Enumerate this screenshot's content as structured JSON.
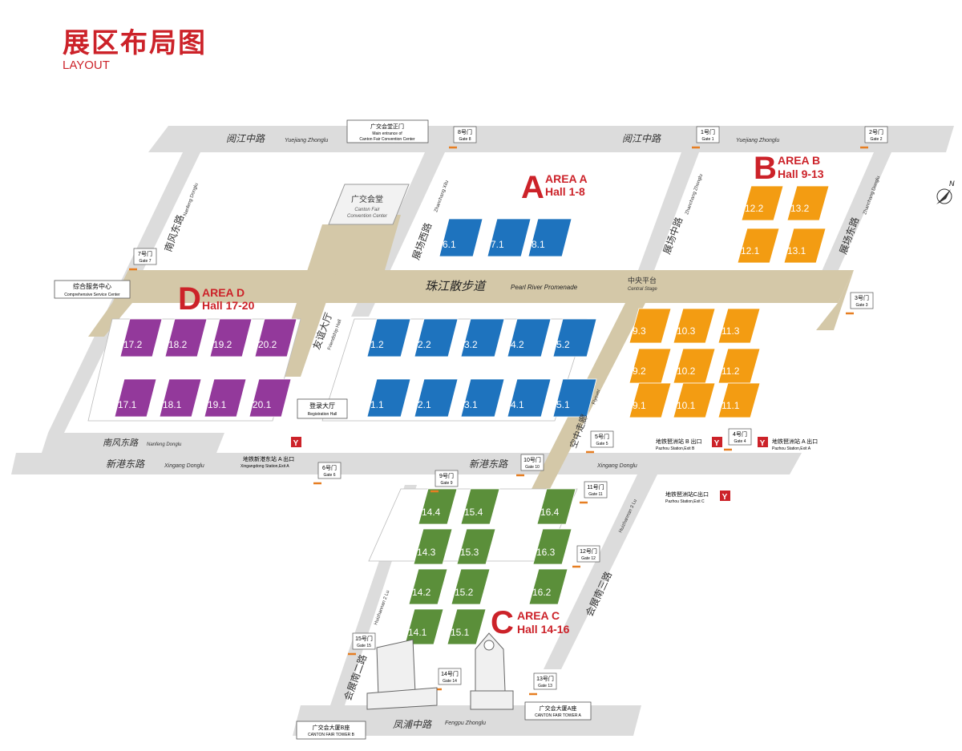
{
  "header": {
    "title": "展区布局图",
    "subtitle": "LAYOUT"
  },
  "colors": {
    "area_a": "#1e73be",
    "area_b": "#f39c12",
    "area_c": "#5b8f3a",
    "area_d": "#93399b",
    "road": "#dcdcdc",
    "promenade": "#d4c8a8",
    "accent": "#cc2229",
    "gate": "#e67e22"
  },
  "roads": {
    "yuejiang_1": {
      "cn": "阅江中路",
      "en": "Yuejiang Zhonglu"
    },
    "yuejiang_2": {
      "cn": "阅江中路",
      "en": "Yuejiang Zhonglu"
    },
    "nanfeng_v": {
      "cn": "南风东路",
      "en": "Nanfeng Donglu"
    },
    "nanfeng_h": {
      "cn": "南风东路",
      "en": "Nanfeng Donglu"
    },
    "zhanchang_xi": {
      "cn": "展场西路",
      "en": "Zhanchang Xilu"
    },
    "zhanchang_zhong": {
      "cn": "展场中路",
      "en": "Zhanchang Zhonglu"
    },
    "zhanchang_dong": {
      "cn": "展场东路",
      "en": "Zhanchang Donglu"
    },
    "xingang_1": {
      "cn": "新港东路",
      "en": "Xingang Donglu"
    },
    "xingang_2": {
      "cn": "新港东路",
      "en": "Xingang Donglu"
    },
    "huizhan_3": {
      "cn": "会展南三路",
      "en": "Huizhannan 3 Lu"
    },
    "huizhan_2": {
      "cn": "会展南二路",
      "en": "Huizhannan 2 Lu"
    },
    "fengpu": {
      "cn": "凤浦中路",
      "en": "Fengpu Zhonglu"
    },
    "promenade": {
      "cn": "珠江散步道",
      "en": "Pearl River Promenade"
    },
    "friendship": {
      "cn": "友谊大厅",
      "en": "Friendship Hall"
    },
    "flyover": {
      "cn": "空中走廊",
      "en": "Flyover"
    },
    "central": {
      "cn": "中央平台",
      "en": "Central Stage"
    }
  },
  "buildings": {
    "convention": {
      "cn": "广交会堂",
      "en1": "Canton Fair",
      "en2": "Convention Center"
    },
    "main_entrance": {
      "cn": "广交会堂正门",
      "en1": "Main entrance of",
      "en2": "Canton Fair Convention Center"
    },
    "service": {
      "cn": "综合服务中心",
      "en": "Comprehensive Service Center"
    },
    "registration": {
      "cn": "登录大厅",
      "en": "Registration Hall"
    },
    "tower_a": {
      "cn": "广交会大厦A座",
      "en": "CANTON FAIR TOWER A"
    },
    "tower_b": {
      "cn": "广交会大厦B座",
      "en": "CANTON FAIR TOWER B"
    }
  },
  "stations": {
    "xingangdong": {
      "cn": "地铁新港东站 A 出口",
      "en": "Xingangdong Station,Exit A"
    },
    "pazhou_b": {
      "cn": "地铁琶洲站 B 出口",
      "en": "Pazhou Station,Exit B"
    },
    "pazhou_a": {
      "cn": "地铁琶洲站 A 出口",
      "en": "Pazhou Station,Exit A"
    },
    "pazhou_c": {
      "cn": "地铁琶洲站C出口",
      "en": "Pazhou Station,Exit C"
    }
  },
  "gates": [
    {
      "cn": "1号门",
      "en": "Gate 1"
    },
    {
      "cn": "2号门",
      "en": "Gate 2"
    },
    {
      "cn": "3号门",
      "en": "Gate 3"
    },
    {
      "cn": "4号门",
      "en": "Gate 4"
    },
    {
      "cn": "5号门",
      "en": "Gate 5"
    },
    {
      "cn": "6号门",
      "en": "Gate 6"
    },
    {
      "cn": "7号门",
      "en": "Gate 7"
    },
    {
      "cn": "8号门",
      "en": "Gate 8"
    },
    {
      "cn": "9号门",
      "en": "Gate 9"
    },
    {
      "cn": "10号门",
      "en": "Gate 10"
    },
    {
      "cn": "11号门",
      "en": "Gate 11"
    },
    {
      "cn": "12号门",
      "en": "Gate 12"
    },
    {
      "cn": "13号门",
      "en": "Gate 13"
    },
    {
      "cn": "14号门",
      "en": "Gate 14"
    },
    {
      "cn": "15号门",
      "en": "Gate 15"
    }
  ],
  "areas": {
    "a": {
      "letter": "A",
      "name": "AREA A",
      "halls": "Hall 1-8"
    },
    "b": {
      "letter": "B",
      "name": "AREA B",
      "halls": "Hall 9-13"
    },
    "c": {
      "letter": "C",
      "name": "AREA C",
      "halls": "Hall 14-16"
    },
    "d": {
      "letter": "D",
      "name": "AREA D",
      "halls": "Hall 17-20"
    }
  },
  "halls": {
    "a": [
      "6.1",
      "7.1",
      "8.1",
      "1.2",
      "2.2",
      "3.2",
      "4.2",
      "5.2",
      "1.1",
      "2.1",
      "3.1",
      "4.1",
      "5.1"
    ],
    "b": [
      "12.2",
      "13.2",
      "12.1",
      "13.1",
      "9.3",
      "10.3",
      "11.3",
      "9.2",
      "10.2",
      "11.2",
      "9.1",
      "10.1",
      "11.1"
    ],
    "c": [
      "14.4",
      "15.4",
      "16.4",
      "14.3",
      "15.3",
      "16.3",
      "14.2",
      "15.2",
      "16.2",
      "14.1",
      "15.1"
    ],
    "d": [
      "17.2",
      "18.2",
      "19.2",
      "20.2",
      "17.1",
      "18.1",
      "19.1",
      "20.1"
    ]
  },
  "compass": "N"
}
